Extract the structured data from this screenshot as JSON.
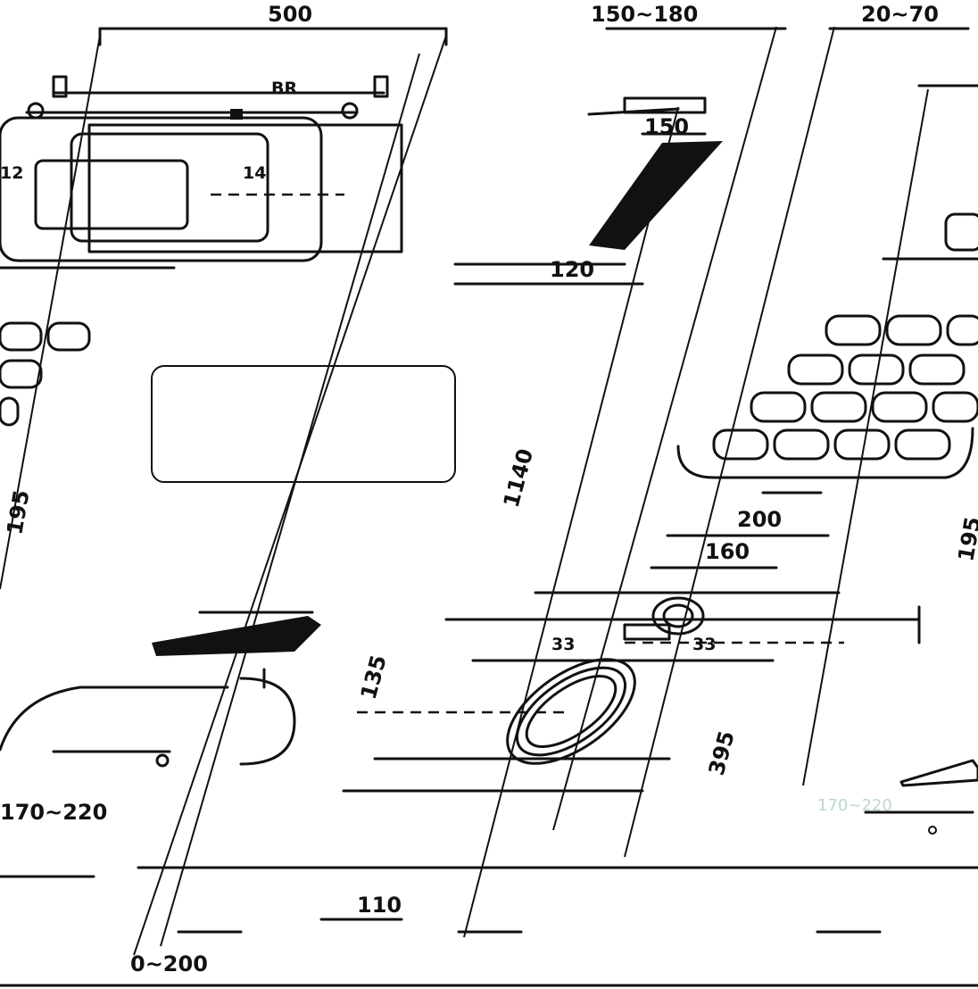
{
  "dimensions": {
    "top_width": "500",
    "top_depth_range": "150~180",
    "top_gap_range": "20~70",
    "bracket_offset": "150",
    "profile_120": "120",
    "total_height": "1140",
    "button_width": "200",
    "button_inner_width": "160",
    "side_height_left": "195",
    "side_height_right": "195",
    "bottom_height_range_left": "170~220",
    "bottom_height_range_right": "170~220",
    "outlet_offset": "135",
    "center_height": "395",
    "bottom_width": "110",
    "bottom_range": "0~200"
  },
  "labels": {
    "small_a": "12",
    "small_b": "14",
    "small_c": "BR",
    "small_d": "33",
    "small_e": "33"
  }
}
